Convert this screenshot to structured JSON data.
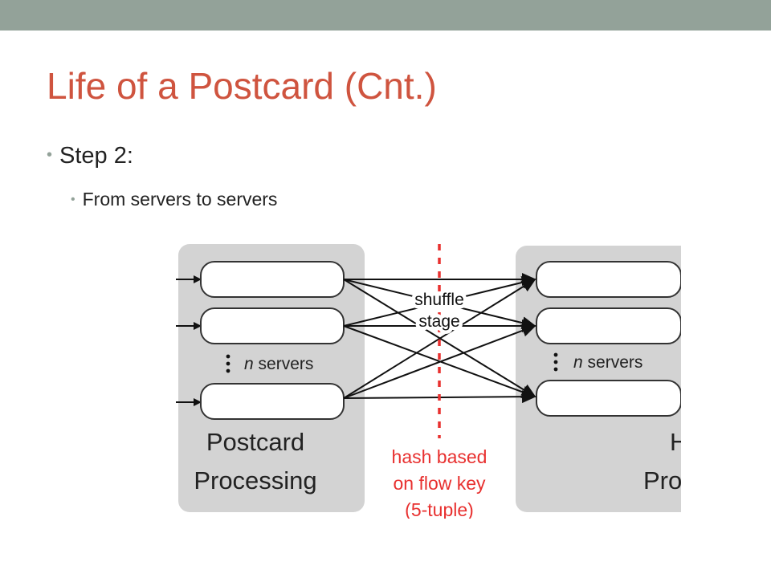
{
  "slide": {
    "title": "Life of a Postcard (Cnt.)",
    "bullets": [
      {
        "text": "Step 2:"
      },
      {
        "text": "From servers to servers"
      }
    ]
  },
  "diagram": {
    "left_group": {
      "label_line1": "Postcard",
      "label_line2": "Processing",
      "servers_label": "n servers"
    },
    "shuffle": {
      "line1": "shuffle",
      "line2": "stage"
    },
    "hash_note": {
      "line1": "hash based",
      "line2": "on flow key",
      "line3": "(5-tuple)"
    },
    "right_group": {
      "label_line1": "H",
      "label_line2": "Pro",
      "servers_label": "n servers"
    },
    "colors": {
      "panel": "#d3d3d3",
      "accent_red": "#e8302f",
      "title": "#cf543f",
      "band": "#93a299"
    }
  }
}
